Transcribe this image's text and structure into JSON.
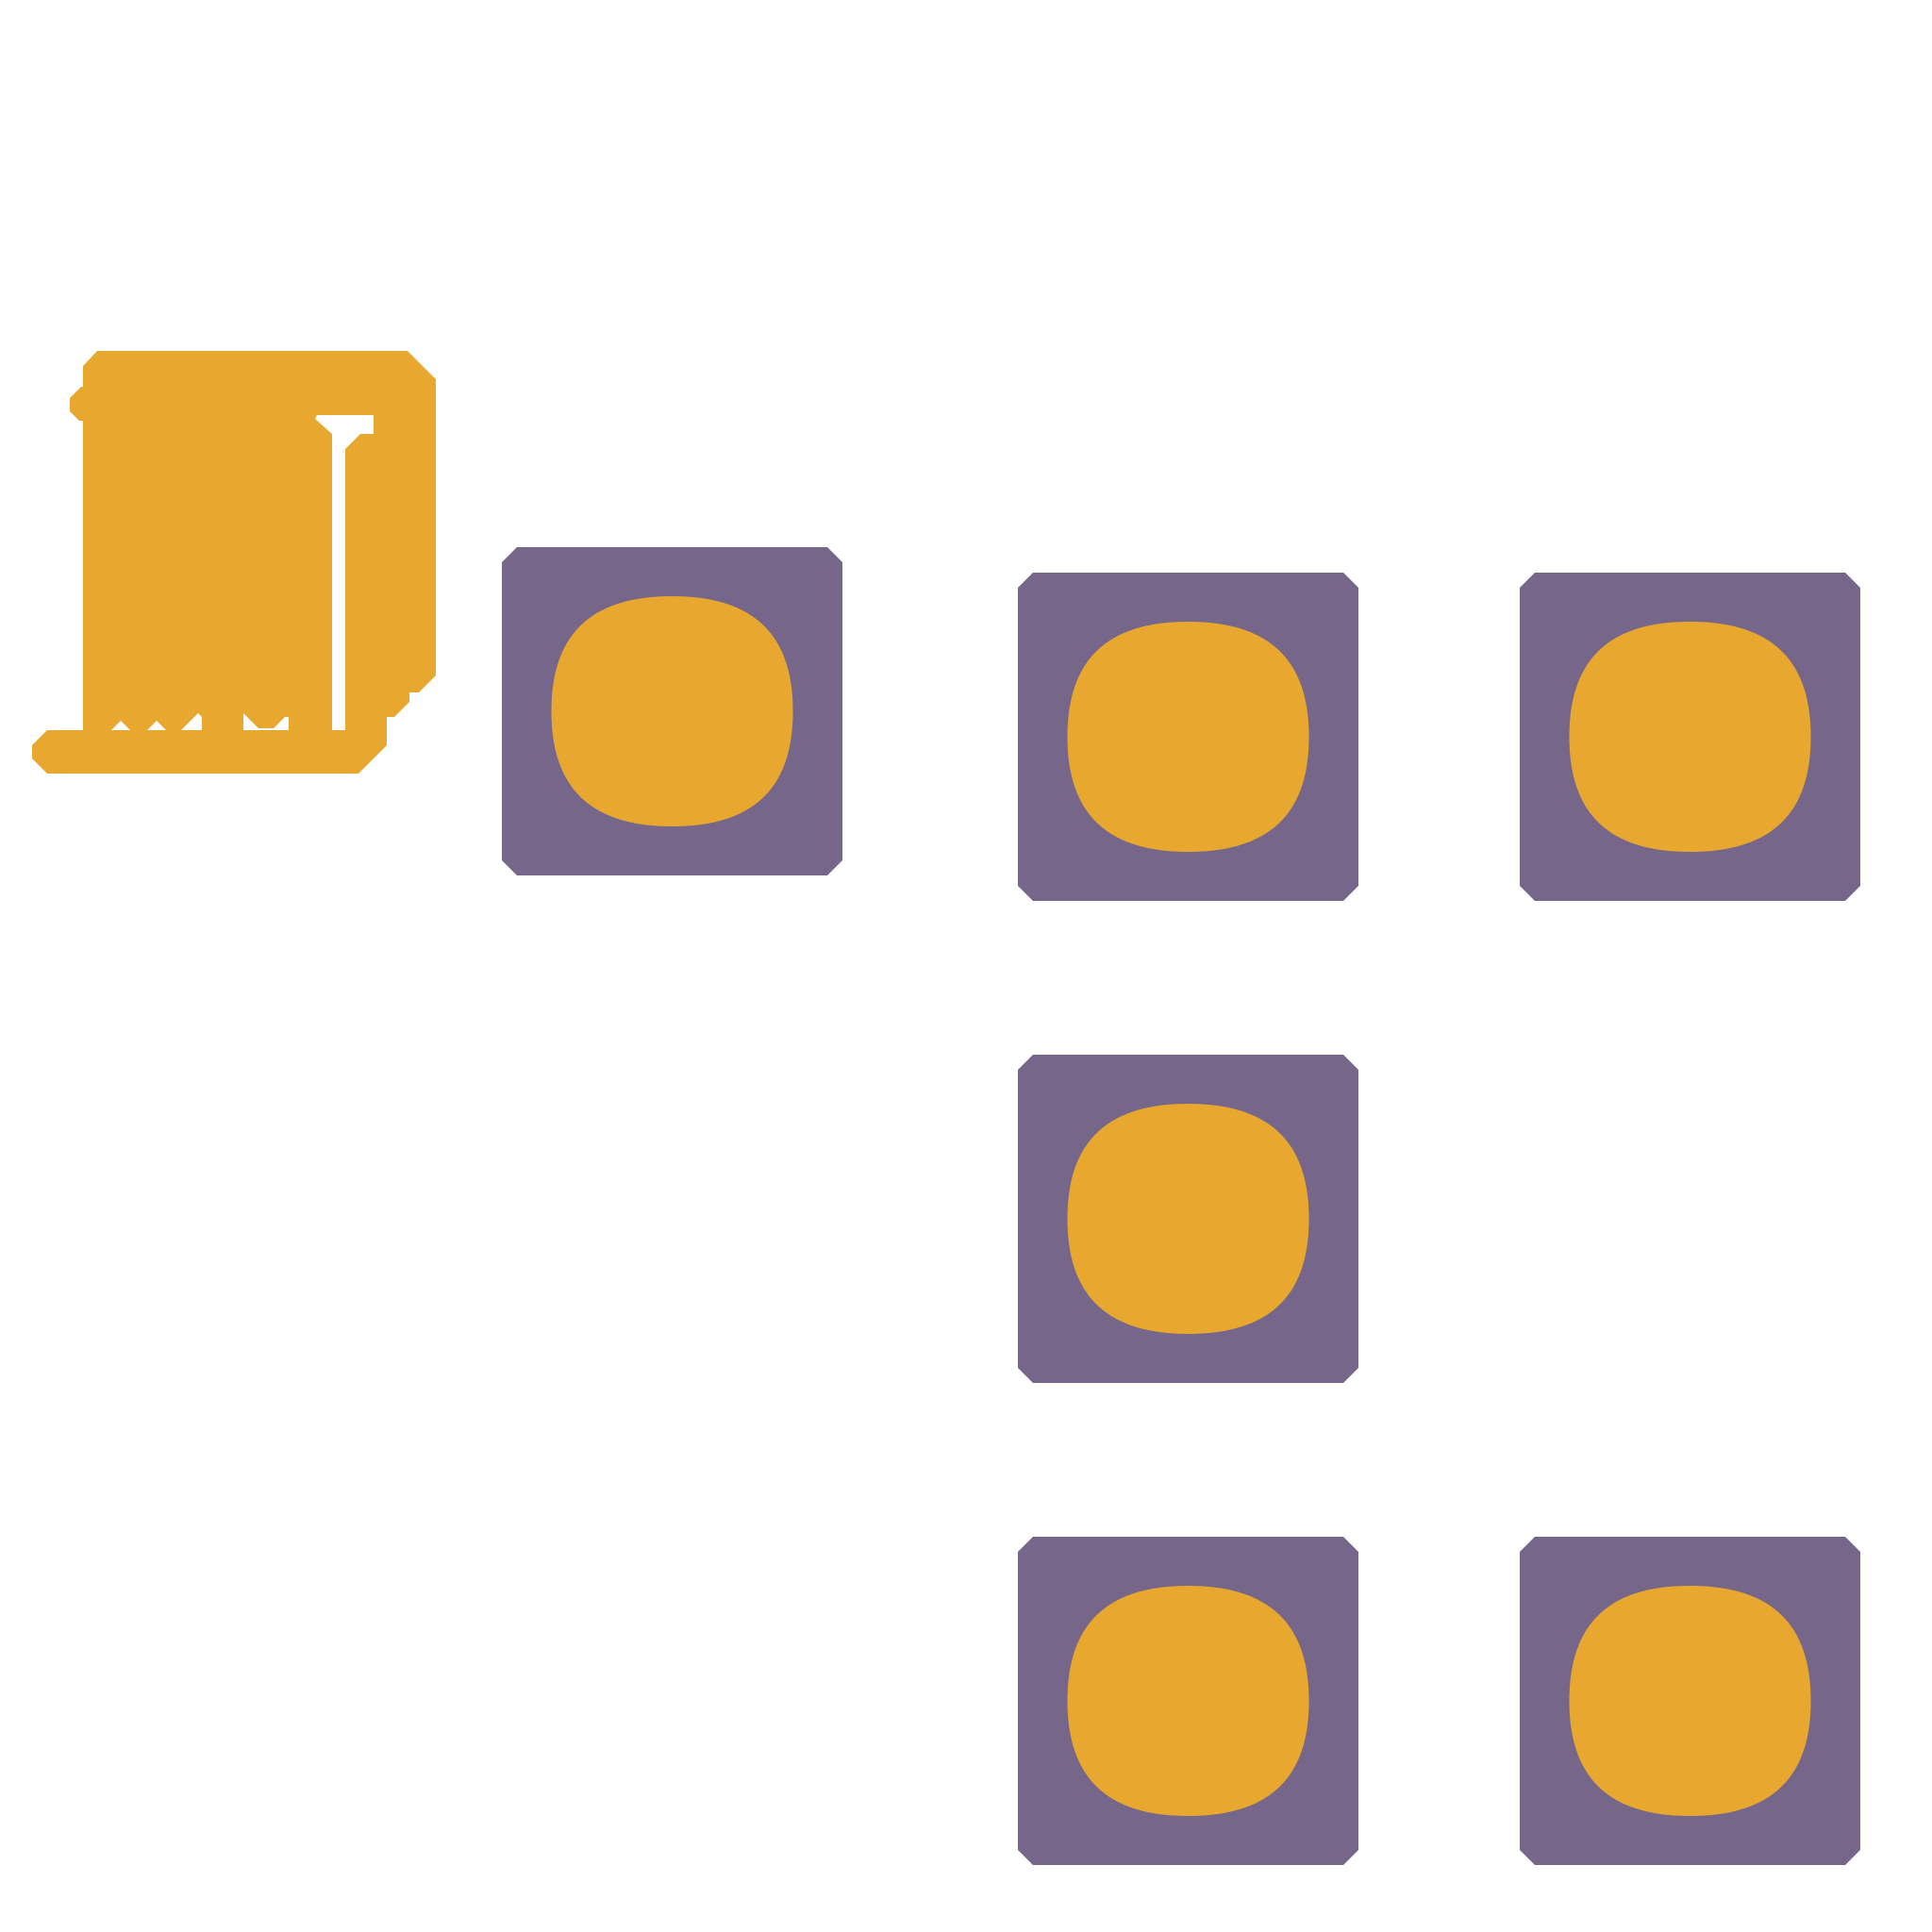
{
  "colors": {
    "background": "#ffffff",
    "pad": "#76678a",
    "pin": "#e8a82f",
    "chip_icon": "#e8a82f"
  },
  "chip_icon": {
    "icon": "chip-package-icon"
  },
  "pads": [
    {
      "id": "pad-1",
      "icon": "circular-pin"
    },
    {
      "id": "pad-2",
      "icon": "circular-pin"
    },
    {
      "id": "pad-3",
      "icon": "circular-pin"
    },
    {
      "id": "pad-4",
      "icon": "circular-pin"
    },
    {
      "id": "pad-5",
      "icon": "circular-pin"
    },
    {
      "id": "pad-6",
      "icon": "circular-pin"
    }
  ]
}
